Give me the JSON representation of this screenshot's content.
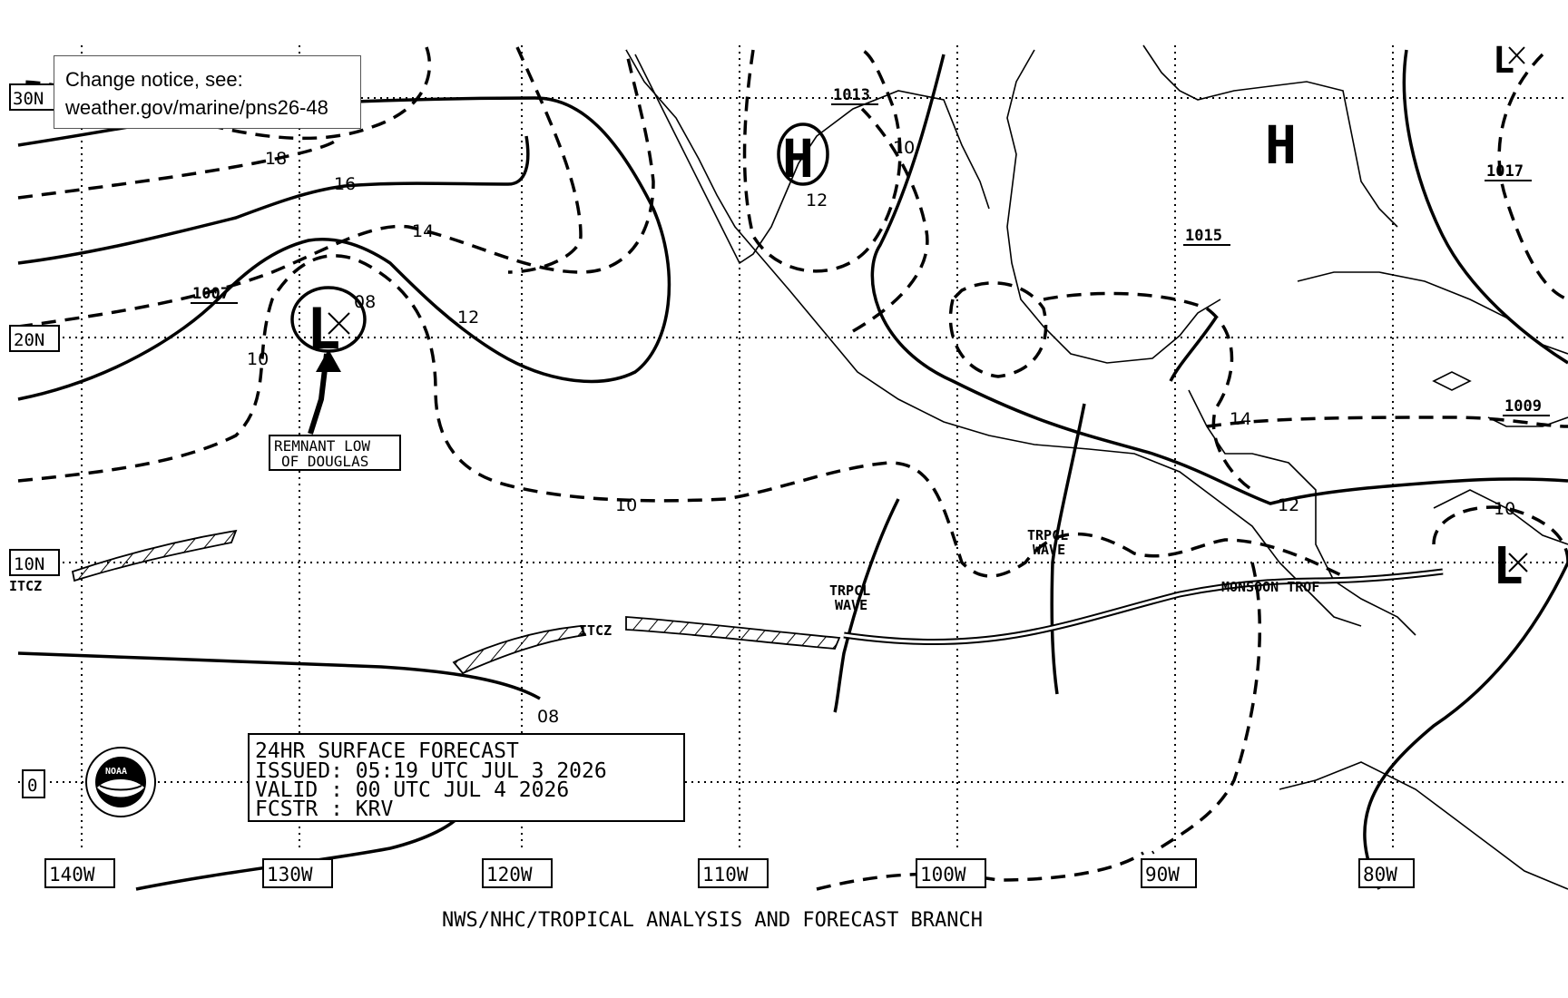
{
  "notice": {
    "line1": "Change notice, see:",
    "line2": "weather.gov/marine/pns26-48"
  },
  "lat_labels": [
    "30N",
    "20N",
    "10N",
    "0"
  ],
  "lon_labels": [
    "140W",
    "130W",
    "120W",
    "110W",
    "100W",
    "90W",
    "80W"
  ],
  "isobars": [
    "18",
    "16",
    "14",
    "12",
    "10",
    "08",
    "10",
    "12",
    "10",
    "14",
    "12",
    "10",
    "08"
  ],
  "pressure_values": [
    "1013",
    "1007",
    "1015",
    "1017",
    "1009"
  ],
  "centers": {
    "high": "H",
    "low": "L"
  },
  "features": {
    "remnant_line1": "REMNANT LOW",
    "remnant_line2": "OF DOUGLAS",
    "itcz": "ITCZ",
    "tropical_wave_1": "TRPCL",
    "tropical_wave_2": "WAVE",
    "monsoon": "MONSOON TROF"
  },
  "forecast_box": {
    "line1": "24HR SURFACE FORECAST",
    "line2": "ISSUED: 05:19 UTC JUL 3 2026",
    "line3": "VALID : 00 UTC JUL 4 2026",
    "line4": "FCSTR : KRV"
  },
  "footer": "NWS/NHC/TROPICAL ANALYSIS AND FORECAST BRANCH",
  "logo": {
    "text": "NOAA",
    "icon": "noaa-logo-icon"
  }
}
